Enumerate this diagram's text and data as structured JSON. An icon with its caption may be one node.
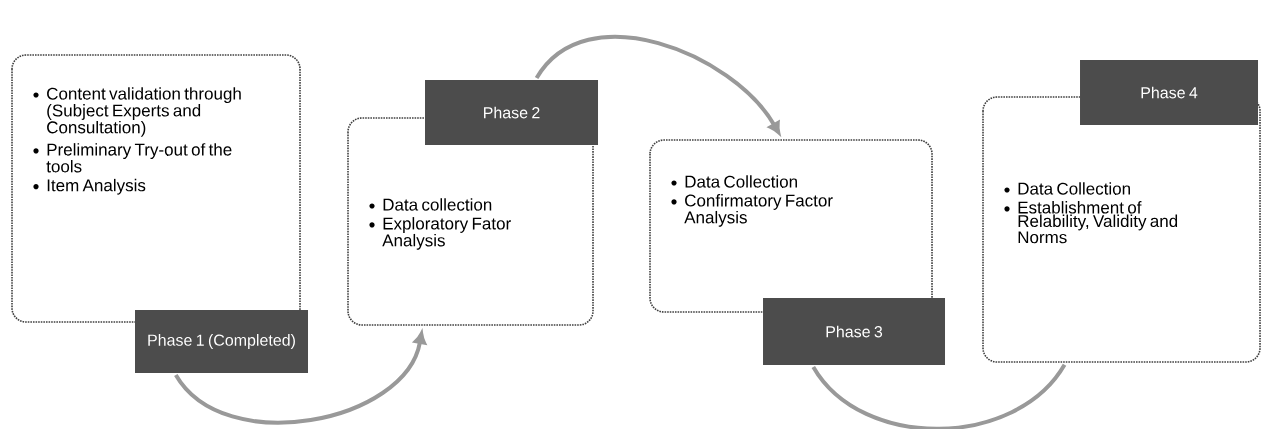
{
  "diagram": {
    "nodes": [
      {
        "text": [
          "Content validation through (Subject Experts and Consultation)",
          "Preliminary Try-out of the tools",
          "Item Analysis",
          "Phase 1 (Completed)"
        ]
      },
      {
        "text": [
          "Phase 2",
          "Data collection",
          "Exploratory Fator Analysis"
        ]
      },
      {
        "text": [
          "Data Collection",
          "Confirmatory Factor Analysis",
          "Phase 3"
        ]
      },
      {
        "text": [
          "Phase 4",
          "Data Collection",
          "Establishment of Relability, Validity and Norms"
        ]
      }
    ],
    "edges": [
      {
        "from": 0,
        "to": 1,
        "arrow": "to"
      },
      {
        "from": 1,
        "to": 2,
        "arrow": "to"
      },
      {
        "from": 2,
        "to": 3,
        "arrow": "none"
      }
    ]
  }
}
